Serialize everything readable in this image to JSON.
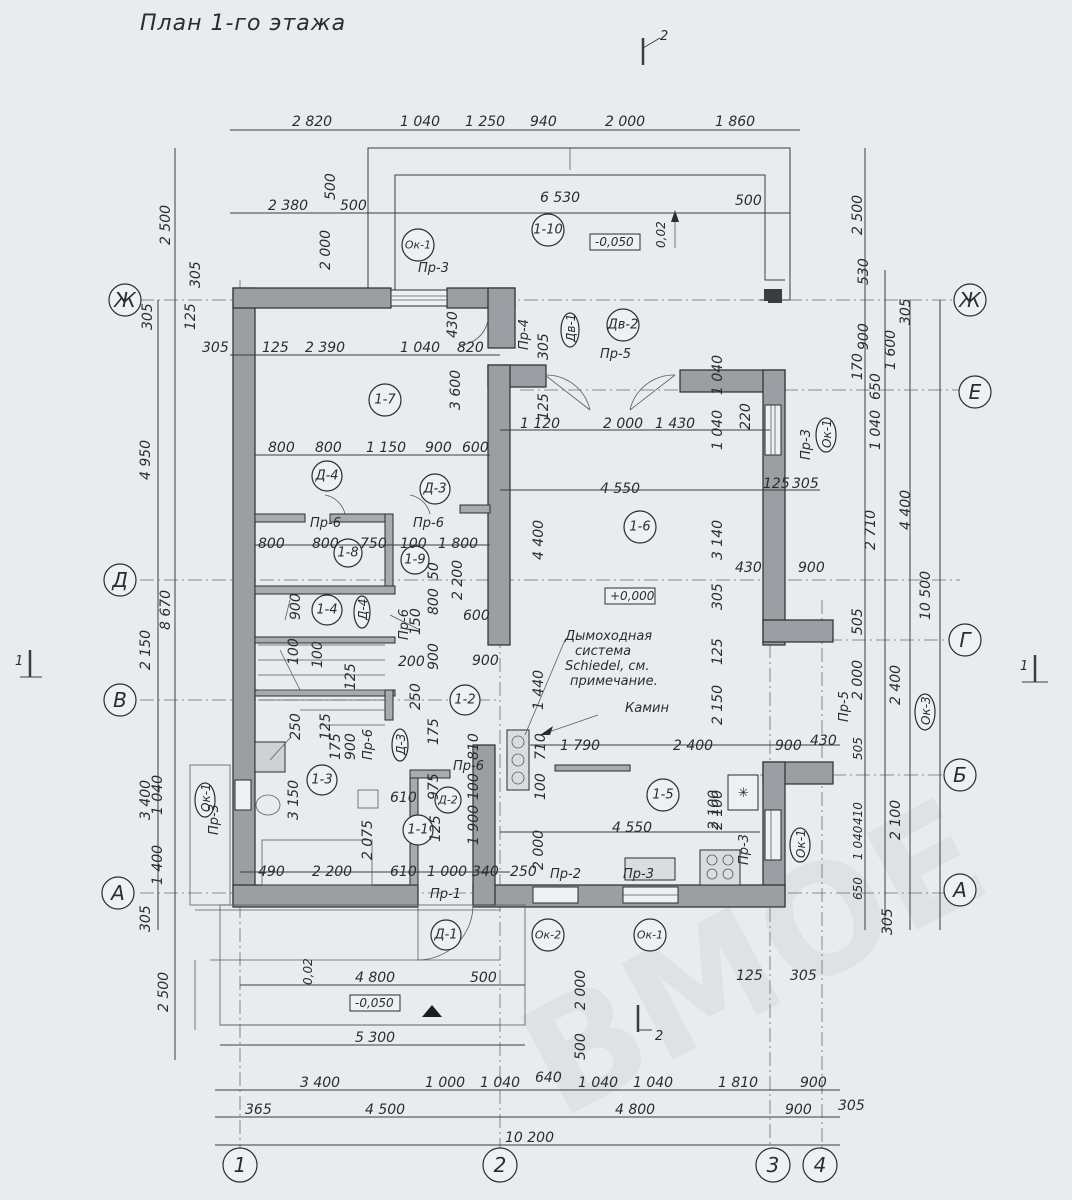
{
  "title": "План 1-го этажа",
  "axes": {
    "letters": [
      "Ж",
      "Е",
      "Д",
      "Г",
      "В",
      "Б",
      "А"
    ],
    "numbers": [
      "1",
      "2",
      "3",
      "4"
    ]
  },
  "section_marks": [
    "2",
    "1"
  ],
  "levels": [
    "-0,050",
    "+0,000",
    "-0,050"
  ],
  "slopes": [
    "0,02",
    "0,02"
  ],
  "rooms": [
    "1-10",
    "1-7",
    "1-6",
    "1-8",
    "1-9",
    "1-4",
    "1-2",
    "1-3",
    "1-1",
    "1-5"
  ],
  "doors": [
    "Д-4",
    "Д-3",
    "Д-4",
    "Д-3",
    "Д-2",
    "Д-1",
    "Дв-1",
    "Дв-2"
  ],
  "windows": [
    "Ок-1",
    "Ок-1",
    "Ок-1",
    "Ок-2",
    "Ок-1",
    "Ок-3",
    "Ок-1"
  ],
  "openings": [
    "Пр-3",
    "Пр-4",
    "Пр-5",
    "Пр-6",
    "Пр-6",
    "Пр-6",
    "Пр-6",
    "Пр-3",
    "Пр-5",
    "Пр-3",
    "Пр-1",
    "Пр-2",
    "Пр-3",
    "Пр-3",
    "Пр-6"
  ],
  "notes": {
    "chimney": [
      "Дымоходная",
      "система",
      "Schiedel, см.",
      "примечание."
    ],
    "fireplace": "Камин"
  },
  "dims": {
    "top_row1": [
      "2 820",
      "1 040",
      "1 250",
      "940",
      "2 000",
      "1 860"
    ],
    "top_row2": [
      "2 380",
      "500",
      "6 530",
      "500"
    ],
    "inner_row_zh": [
      "305",
      "125",
      "2 390",
      "1 040",
      "820"
    ],
    "inner_row_d": [
      "800",
      "800",
      "1 150",
      "900",
      "600"
    ],
    "inner_row_d2": [
      "800",
      "800",
      "750",
      "100",
      "1 800"
    ],
    "row_e": [
      "1 120",
      "2 000",
      "1 430"
    ],
    "row_4550": [
      "4 550",
      "125",
      "305"
    ],
    "row_b": [
      "1 790",
      "2 400",
      "900",
      "430"
    ],
    "row_b2": [
      "4 550"
    ],
    "row_a": [
      "490",
      "2 200",
      "610",
      "1 000",
      "340",
      "250"
    ],
    "row_a2": [
      "610"
    ],
    "bottom_4800": [
      "4 800",
      "500"
    ],
    "bottom_5300": "5 300",
    "bottom_row1": [
      "3 400",
      "1 000",
      "1 040",
      "640",
      "1 040",
      "1 040",
      "1 810",
      "900"
    ],
    "bottom_row2": [
      "365",
      "4 500",
      "4 800",
      "900",
      "305"
    ],
    "bottom_row3": "10 200",
    "left_col_outer": [
      "2 500",
      "8 670",
      "3 400",
      "2 500",
      "305"
    ],
    "left_col_mid": [
      "305",
      "4 950",
      "2 150",
      "1 400",
      "1 040"
    ],
    "left_col_inner": [
      "125",
      "305",
      "2 000",
      "500",
      "3 600",
      "430",
      "4 400",
      "2 200",
      "1 440",
      "2 000",
      "3 150",
      "2 075"
    ],
    "right_col_inner": [
      "2 500",
      "530",
      "170",
      "900",
      "1 600",
      "305",
      "650",
      "1 040",
      "4 400",
      "2 710",
      "10 500",
      "505",
      "2 400",
      "2 100",
      "305",
      "650",
      "1 040",
      "410",
      "505",
      "2 100",
      "2 000"
    ],
    "mid_col": [
      "305",
      "125",
      "1 040",
      "3 140",
      "305",
      "125",
      "2 150",
      "2 100",
      "430",
      "900",
      "1 040",
      "220",
      "900",
      "1 900",
      "100",
      "810",
      "710",
      "100",
      "900",
      "150",
      "800",
      "50",
      "600",
      "200",
      "125",
      "250",
      "175",
      "900",
      "175",
      "250",
      "125",
      "100",
      "100",
      "900",
      "975",
      "125",
      "2 000",
      "500",
      "305",
      "125"
    ]
  }
}
